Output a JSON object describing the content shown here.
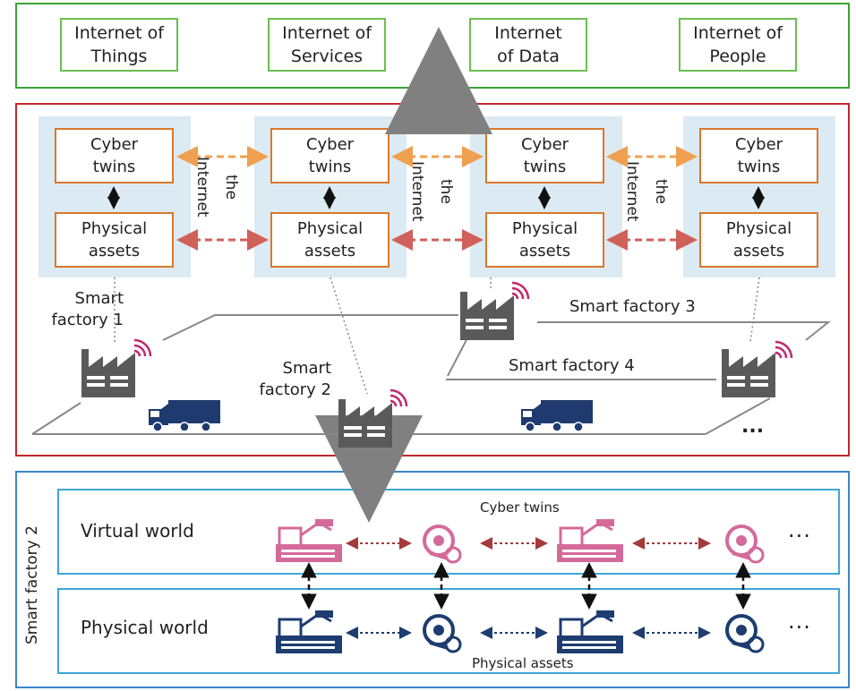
{
  "internet_layer": {
    "items": [
      "Internet of\nThings",
      "Internet of\nServices",
      "Internet\nof Data",
      "Internet of\nPeople"
    ]
  },
  "smart_factory_network": {
    "cyber_label": "Cyber\ntwins",
    "physical_label": "Physical\nassets",
    "link_label_1": "the",
    "link_label_2": "Internet",
    "factories": {
      "f1": "Smart\nfactory 1",
      "f2": "Smart\nfactory 2",
      "f3": "Smart factory 3",
      "f4": "Smart factory 4",
      "more": "..."
    }
  },
  "factory_detail": {
    "side_label": "Smart factory 2",
    "virtual_world": "Virtual world",
    "physical_world": "Physical world",
    "cyber_twins": "Cyber twins",
    "physical_assets": "Physical assets",
    "more": "···"
  },
  "colors": {
    "internet_border": "#3aa336",
    "network_border": "#c0282d",
    "detail_border": "#3a86c8",
    "cyber_arrow": "#f0a050",
    "physical_arrow": "#d0605a",
    "factory_icon": "#5a5a5a",
    "truck": "#1e3a6e",
    "wifi": "#c2286e",
    "twin_icon": "#d46a9a",
    "asset_icon": "#1d3d70"
  }
}
